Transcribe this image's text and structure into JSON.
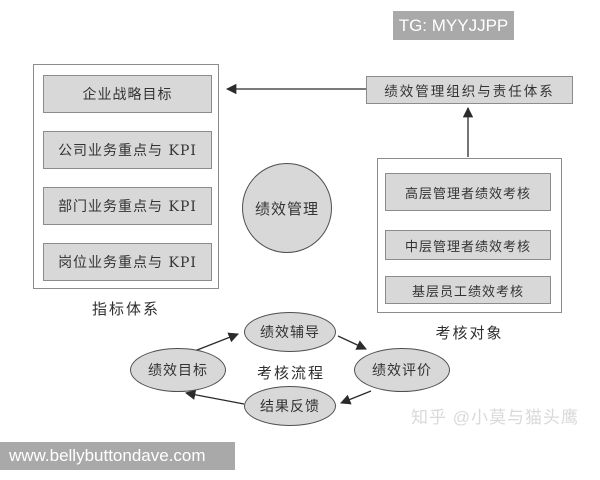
{
  "tg_badge": {
    "text": "TG: MYYJJPP"
  },
  "url_bar": {
    "text": "www.bellybuttondave.com"
  },
  "watermark": {
    "text": "知乎 @小莫与猫头鹰"
  },
  "indicator_system": {
    "caption": "指标体系",
    "boxes": [
      "企业战略目标",
      "公司业务重点与 KPI",
      "部门业务重点与 KPI",
      "岗位业务重点与 KPI"
    ]
  },
  "org_responsibility_box": {
    "text": "绩效管理组织与责任体系"
  },
  "assessment_targets": {
    "caption": "考核对象",
    "boxes": [
      "高层管理者绩效考核",
      "中层管理者绩效考核",
      "基层员工绩效考核"
    ]
  },
  "center_circle": {
    "text": "绩效管理"
  },
  "assessment_process": {
    "caption": "考核流程",
    "nodes": {
      "top": "绩效辅导",
      "left": "绩效目标",
      "right": "绩效评价",
      "bottom": "结果反馈"
    }
  },
  "colors": {
    "node_fill": "#d8d8d8",
    "node_border": "#8c8c8c",
    "shape_border": "#4f4f4f",
    "arrow": "#2b2b2b",
    "badge_bg": "#a9a9a9",
    "badge_text": "#ffffff",
    "watermark_text": "#d9d9d9",
    "diagram_text": "#333333",
    "background": "#ffffff"
  }
}
